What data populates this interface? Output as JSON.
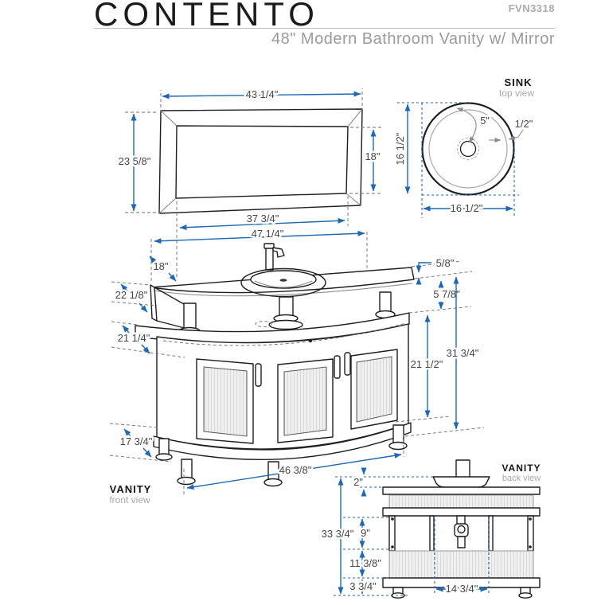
{
  "header": {
    "title": "CONTENTO",
    "model": "FVN3318",
    "subtitle": "48\" Modern Bathroom Vanity w/ Mirror"
  },
  "views": {
    "sink": {
      "label": "SINK",
      "sublabel": "top view"
    },
    "front": {
      "label": "VANITY",
      "sublabel": "front view"
    },
    "back": {
      "label": "VANITY",
      "sublabel": "back view"
    }
  },
  "dims": {
    "mirror_width": "43 1/4\"",
    "mirror_height": "23 5/8\"",
    "mirror_glass_height": "18\"",
    "mirror_glass_width": "37 3/4\"",
    "sink_front_to_back": "16 1/2\"",
    "sink_width": "16 1/2\"",
    "sink_bowl_depth": "5\"",
    "sink_rim": "1/2\"",
    "counter_width": "47 1/4\"",
    "counter_depth": "18\"",
    "shelf_depth": "22 1/8\"",
    "cabinet_depth": "21 1/4\"",
    "base_depth": "17 3/4\"",
    "base_width": "46 3/8\"",
    "glass_thickness": "5/8\"",
    "counter_gap": "5 7/8\"",
    "cabinet_height": "21 1/2\"",
    "front_total_height": "31 3/4\"",
    "bowl_above_counter": "2\"",
    "back_total_height": "33 3/4\"",
    "back_opening_height": "9\"",
    "back_shelf_height": "11 3/8\"",
    "leg_height": "3 3/4\"",
    "back_opening_width": "14 3/4\""
  },
  "colors": {
    "dimension_blue": "#1e68b4",
    "line_ink": "#1f1f1f",
    "muted_gray": "#9b9b9b",
    "dim_text": "#474747"
  }
}
